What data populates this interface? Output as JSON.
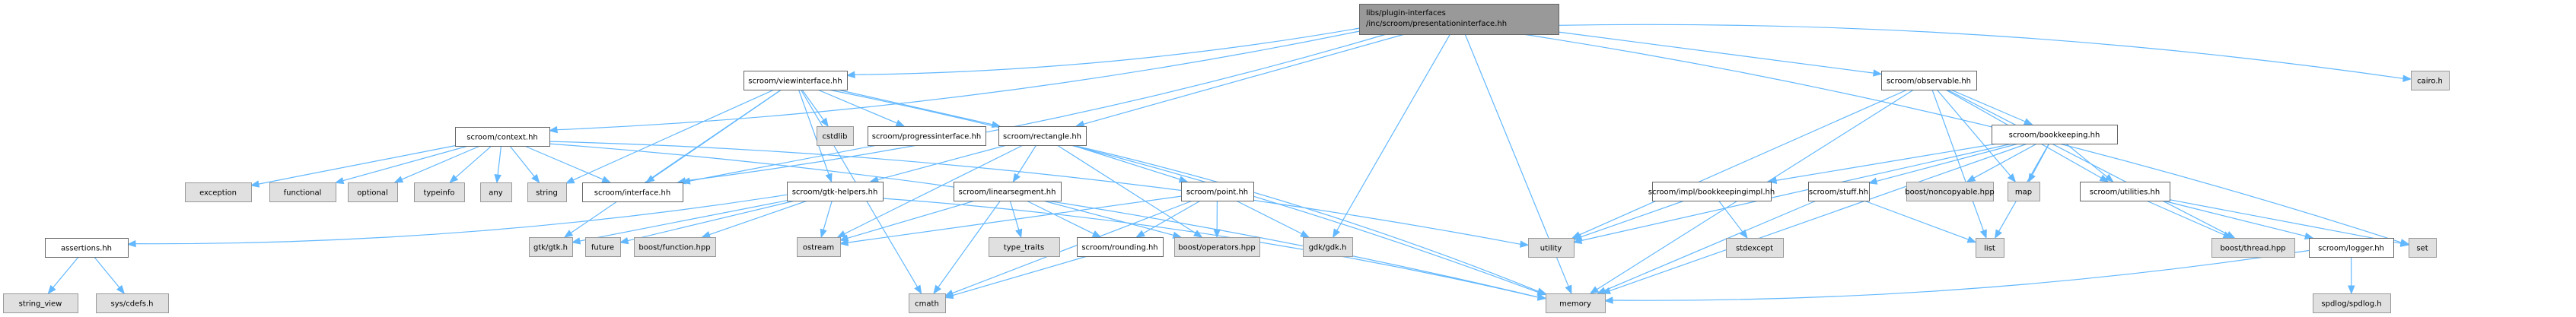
{
  "diagram": {
    "type": "include-dependency-graph",
    "colors": {
      "edge": "#63b8ff",
      "root_fill": "#999999",
      "local_fill": "#ffffff",
      "system_fill": "#e0e0e0",
      "border": "#666666"
    },
    "nodes": [
      {
        "id": "root",
        "kind": "root",
        "lines": [
          "libs/plugin-interfaces",
          "/inc/scroom/presentationinterface.hh"
        ]
      },
      {
        "id": "viewinterface",
        "kind": "local",
        "lines": [
          "scroom/viewinterface.hh"
        ]
      },
      {
        "id": "observable",
        "kind": "local",
        "lines": [
          "scroom/observable.hh"
        ]
      },
      {
        "id": "cairo",
        "kind": "system",
        "lines": [
          "cairo.h"
        ]
      },
      {
        "id": "context",
        "kind": "local",
        "lines": [
          "scroom/context.hh"
        ]
      },
      {
        "id": "cstdlib",
        "kind": "system",
        "lines": [
          "cstdlib"
        ]
      },
      {
        "id": "progressinterface",
        "kind": "local",
        "lines": [
          "scroom/progressinterface.hh"
        ]
      },
      {
        "id": "rectangle",
        "kind": "local",
        "lines": [
          "scroom/rectangle.hh"
        ]
      },
      {
        "id": "bookkeeping",
        "kind": "local",
        "lines": [
          "scroom/bookkeeping.hh"
        ]
      },
      {
        "id": "exception",
        "kind": "system",
        "lines": [
          "exception"
        ]
      },
      {
        "id": "functional",
        "kind": "system",
        "lines": [
          "functional"
        ]
      },
      {
        "id": "optional",
        "kind": "system",
        "lines": [
          "optional"
        ]
      },
      {
        "id": "typeinfo",
        "kind": "system",
        "lines": [
          "typeinfo"
        ]
      },
      {
        "id": "any",
        "kind": "system",
        "lines": [
          "any"
        ]
      },
      {
        "id": "string",
        "kind": "system",
        "lines": [
          "string"
        ]
      },
      {
        "id": "interface",
        "kind": "local",
        "lines": [
          "scroom/interface.hh"
        ]
      },
      {
        "id": "gtkhelpers",
        "kind": "local",
        "lines": [
          "scroom/gtk-helpers.hh"
        ]
      },
      {
        "id": "linearsegment",
        "kind": "local",
        "lines": [
          "scroom/linearsegment.hh"
        ]
      },
      {
        "id": "point",
        "kind": "local",
        "lines": [
          "scroom/point.hh"
        ]
      },
      {
        "id": "bookkeepingimpl",
        "kind": "local",
        "lines": [
          "scroom/impl/bookkeepingimpl.hh"
        ]
      },
      {
        "id": "stuff",
        "kind": "local",
        "lines": [
          "scroom/stuff.hh"
        ]
      },
      {
        "id": "noncopyable",
        "kind": "system",
        "lines": [
          "boost/noncopyable.hpp"
        ]
      },
      {
        "id": "map",
        "kind": "system",
        "lines": [
          "map"
        ]
      },
      {
        "id": "utilities",
        "kind": "local",
        "lines": [
          "scroom/utilities.hh"
        ]
      },
      {
        "id": "assertions",
        "kind": "local",
        "lines": [
          "assertions.hh"
        ]
      },
      {
        "id": "gtkgtk",
        "kind": "system",
        "lines": [
          "gtk/gtk.h"
        ]
      },
      {
        "id": "future",
        "kind": "system",
        "lines": [
          "future"
        ]
      },
      {
        "id": "boostfunction",
        "kind": "system",
        "lines": [
          "boost/function.hpp"
        ]
      },
      {
        "id": "ostream",
        "kind": "system",
        "lines": [
          "ostream"
        ]
      },
      {
        "id": "typetraits",
        "kind": "system",
        "lines": [
          "type_traits"
        ]
      },
      {
        "id": "rounding",
        "kind": "local",
        "lines": [
          "scroom/rounding.hh"
        ]
      },
      {
        "id": "boostoperators",
        "kind": "system",
        "lines": [
          "boost/operators.hpp"
        ]
      },
      {
        "id": "gdkgdk",
        "kind": "system",
        "lines": [
          "gdk/gdk.h"
        ]
      },
      {
        "id": "utility",
        "kind": "system",
        "lines": [
          "utility"
        ]
      },
      {
        "id": "stdexcept",
        "kind": "system",
        "lines": [
          "stdexcept"
        ]
      },
      {
        "id": "list",
        "kind": "system",
        "lines": [
          "list"
        ]
      },
      {
        "id": "boostthread",
        "kind": "system",
        "lines": [
          "boost/thread.hpp"
        ]
      },
      {
        "id": "logger",
        "kind": "local",
        "lines": [
          "scroom/logger.hh"
        ]
      },
      {
        "id": "set",
        "kind": "system",
        "lines": [
          "set"
        ]
      },
      {
        "id": "stringview",
        "kind": "system",
        "lines": [
          "string_view"
        ]
      },
      {
        "id": "syscdefs",
        "kind": "system",
        "lines": [
          "sys/cdefs.h"
        ]
      },
      {
        "id": "cmath",
        "kind": "system",
        "lines": [
          "cmath"
        ]
      },
      {
        "id": "memory",
        "kind": "system",
        "lines": [
          "memory"
        ]
      },
      {
        "id": "spdlog",
        "kind": "system",
        "lines": [
          "spdlog/spdlog.h"
        ]
      }
    ],
    "edges": [
      [
        "root",
        "viewinterface"
      ],
      [
        "root",
        "observable"
      ],
      [
        "root",
        "cairo"
      ],
      [
        "root",
        "context"
      ],
      [
        "root",
        "rectangle"
      ],
      [
        "root",
        "interface"
      ],
      [
        "root",
        "gdkgdk"
      ],
      [
        "root",
        "memory"
      ],
      [
        "root",
        "set"
      ],
      [
        "viewinterface",
        "cstdlib"
      ],
      [
        "viewinterface",
        "progressinterface"
      ],
      [
        "viewinterface",
        "rectangle"
      ],
      [
        "viewinterface",
        "interface"
      ],
      [
        "viewinterface",
        "gtkhelpers"
      ],
      [
        "viewinterface",
        "string"
      ],
      [
        "viewinterface",
        "gtkgtk"
      ],
      [
        "viewinterface",
        "memory"
      ],
      [
        "viewinterface",
        "cmath"
      ],
      [
        "context",
        "exception"
      ],
      [
        "context",
        "functional"
      ],
      [
        "context",
        "optional"
      ],
      [
        "context",
        "typeinfo"
      ],
      [
        "context",
        "any"
      ],
      [
        "context",
        "string"
      ],
      [
        "context",
        "interface"
      ],
      [
        "context",
        "memory"
      ],
      [
        "context",
        "utility"
      ],
      [
        "progressinterface",
        "interface"
      ],
      [
        "rectangle",
        "linearsegment"
      ],
      [
        "rectangle",
        "point"
      ],
      [
        "rectangle",
        "gtkhelpers"
      ],
      [
        "rectangle",
        "ostream"
      ],
      [
        "rectangle",
        "boostoperators"
      ],
      [
        "rectangle",
        "memory"
      ],
      [
        "gtkhelpers",
        "assertions"
      ],
      [
        "gtkhelpers",
        "gtkgtk"
      ],
      [
        "gtkhelpers",
        "future"
      ],
      [
        "gtkhelpers",
        "boostfunction"
      ],
      [
        "gtkhelpers",
        "ostream"
      ],
      [
        "gtkhelpers",
        "memory"
      ],
      [
        "linearsegment",
        "ostream"
      ],
      [
        "linearsegment",
        "typetraits"
      ],
      [
        "linearsegment",
        "rounding"
      ],
      [
        "linearsegment",
        "boostoperators"
      ],
      [
        "linearsegment",
        "cmath"
      ],
      [
        "point",
        "ostream"
      ],
      [
        "point",
        "rounding"
      ],
      [
        "point",
        "boostoperators"
      ],
      [
        "point",
        "gdkgdk"
      ],
      [
        "point",
        "cmath"
      ],
      [
        "rounding",
        "cmath"
      ],
      [
        "assertions",
        "stringview"
      ],
      [
        "assertions",
        "syscdefs"
      ],
      [
        "observable",
        "bookkeeping"
      ],
      [
        "observable",
        "map"
      ],
      [
        "observable",
        "list"
      ],
      [
        "observable",
        "memory"
      ],
      [
        "observable",
        "utility"
      ],
      [
        "observable",
        "boostthread"
      ],
      [
        "observable",
        "utilities"
      ],
      [
        "bookkeeping",
        "bookkeepingimpl"
      ],
      [
        "bookkeeping",
        "stuff"
      ],
      [
        "bookkeeping",
        "noncopyable"
      ],
      [
        "bookkeeping",
        "map"
      ],
      [
        "bookkeeping",
        "list"
      ],
      [
        "bookkeeping",
        "utilities"
      ],
      [
        "bookkeeping",
        "memory"
      ],
      [
        "bookkeeping",
        "utility"
      ],
      [
        "bookkeepingimpl",
        "utility"
      ],
      [
        "bookkeepingimpl",
        "stdexcept"
      ],
      [
        "stuff",
        "list"
      ],
      [
        "stuff",
        "memory"
      ],
      [
        "utilities",
        "boostthread"
      ],
      [
        "utilities",
        "logger"
      ],
      [
        "utilities",
        "set"
      ],
      [
        "logger",
        "spdlog"
      ],
      [
        "logger",
        "memory"
      ]
    ]
  }
}
